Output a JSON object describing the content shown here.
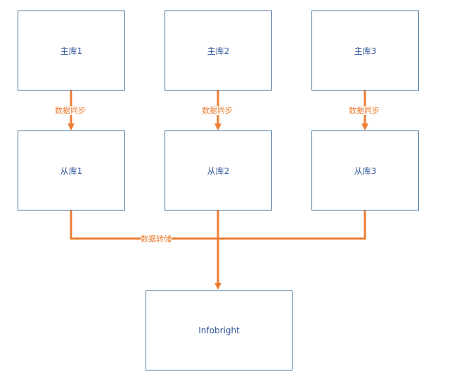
{
  "nodes": {
    "master1": "主库1",
    "master2": "主库2",
    "master3": "主库3",
    "slave1": "从库1",
    "slave2": "从库2",
    "slave3": "从库3",
    "infobright": "Infobright"
  },
  "edges": {
    "sync_label": "数据同步",
    "dump_label": "数据转储"
  },
  "colors": {
    "box_border": "#41719c",
    "box_text": "#2f5597",
    "connector": "#ed7d31"
  }
}
